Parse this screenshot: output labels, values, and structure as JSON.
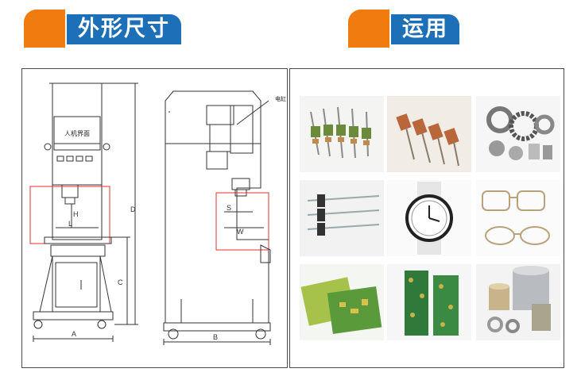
{
  "headers": {
    "left": "外形尺寸",
    "right": "运用"
  },
  "drawing": {
    "hmi_label": "人机界面",
    "callout_label": "电缸",
    "dims": {
      "A": "A",
      "B": "B",
      "C": "C",
      "D": "D",
      "H": "H",
      "L": "L",
      "S": "S",
      "W": "W"
    }
  },
  "colors": {
    "orange": "#f07c10",
    "blue": "#1d6fb8",
    "line": "#333333",
    "red": "#e03030"
  },
  "applications": [
    {
      "icon": "motor-armatures-icon"
    },
    {
      "icon": "copper-commutators-icon"
    },
    {
      "icon": "gears-bearings-icon"
    },
    {
      "icon": "needle-shafts-icon"
    },
    {
      "icon": "wristwatch-icon"
    },
    {
      "icon": "eyeglass-frames-icon"
    },
    {
      "icon": "pcb-boards-icon"
    },
    {
      "icon": "pcb-strips-icon"
    },
    {
      "icon": "bushings-icon"
    }
  ]
}
